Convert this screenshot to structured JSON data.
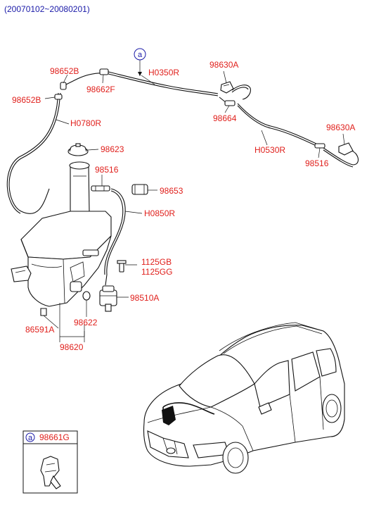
{
  "header": {
    "date_range": "(20070102~20080201)"
  },
  "callout": {
    "letter": "a"
  },
  "labels": {
    "p98652B_top": "98652B",
    "p98652B_side": "98652B",
    "p98662F": "98662F",
    "pH0350R": "H0350R",
    "p98630A_top": "98630A",
    "p98664": "98664",
    "p98630A_right": "98630A",
    "pH0780R": "H0780R",
    "p98623": "98623",
    "pH0530R": "H0530R",
    "p98516_left": "98516",
    "p98516_right": "98516",
    "p98653": "98653",
    "pH0850R": "H0850R",
    "p1125GB": "1125GB",
    "p1125GG": "1125GG",
    "p98510A": "98510A",
    "p98622": "98622",
    "p86591A": "86591A",
    "p98620": "98620"
  },
  "inset": {
    "letter": "a",
    "part_number": "98661G"
  }
}
